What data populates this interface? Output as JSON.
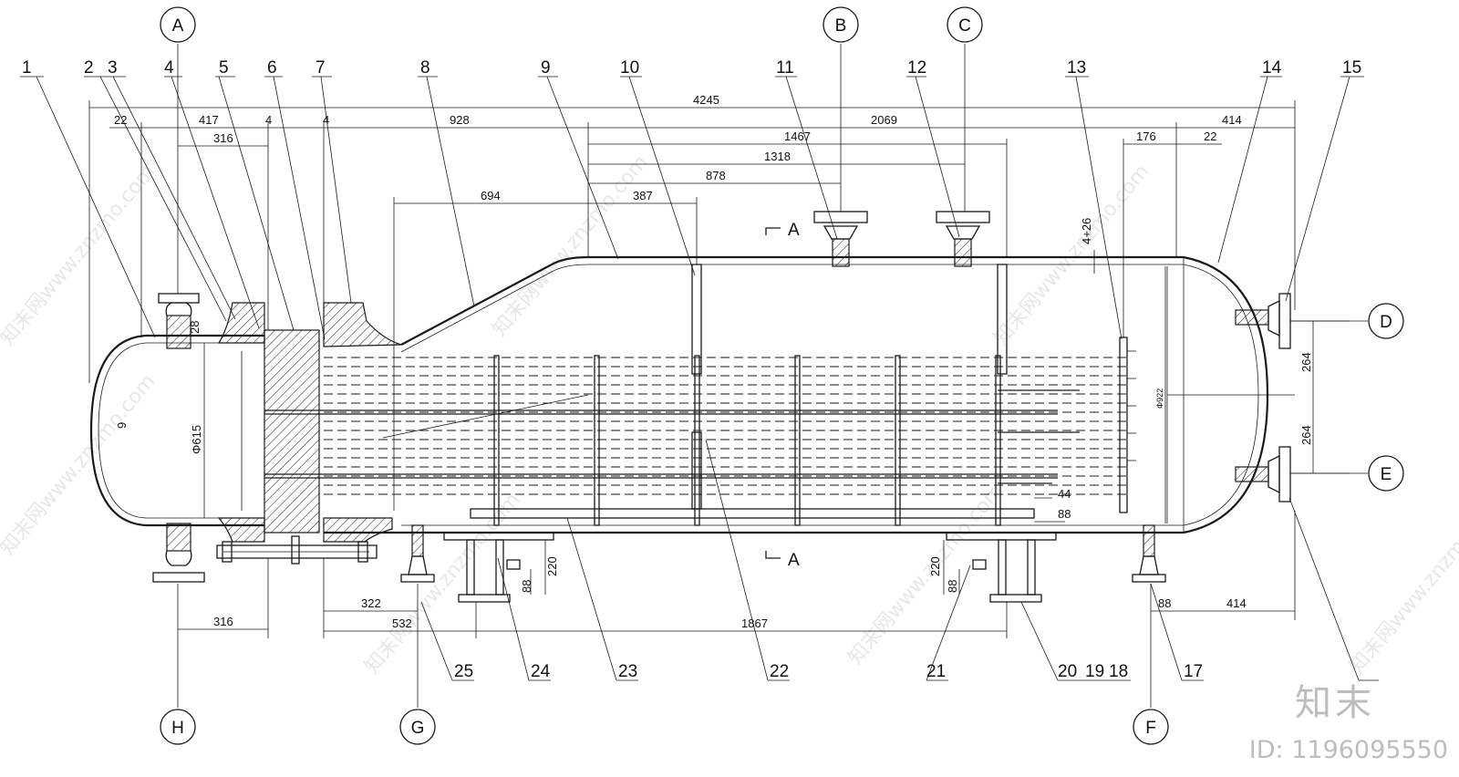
{
  "callouts": [
    "1",
    "2",
    "3",
    "4",
    "5",
    "6",
    "7",
    "8",
    "9",
    "10",
    "11",
    "12",
    "13",
    "14",
    "15",
    "17",
    "18",
    "19",
    "20",
    "21",
    "22",
    "23",
    "24",
    "25"
  ],
  "nozzles": [
    "A",
    "B",
    "C",
    "D",
    "E",
    "F",
    "G",
    "H"
  ],
  "dimensions": {
    "overall": "4245",
    "d22_left": "22",
    "d417": "417",
    "d4_a": "4",
    "d4_b": "4",
    "d928": "928",
    "d2069": "2069",
    "d414_top": "414",
    "d316_top": "316",
    "d1467": "1467",
    "d1318": "1318",
    "d878": "878",
    "d694": "694",
    "d387": "387",
    "d176": "176",
    "d22_right": "22",
    "d4plus26": "4+26",
    "d28": "28",
    "d9": "9",
    "phi615": "Φ615",
    "phi922": "Φ922",
    "d264_a": "264",
    "d264_b": "264",
    "d44": "44",
    "d88_tube": "88",
    "d220_left": "220",
    "d88_left": "88",
    "d220_right": "220",
    "d88_right": "88",
    "d88_bottom": "88",
    "d414_bottom": "414",
    "d316_bottom": "316",
    "d322": "322",
    "d532": "532",
    "d1867": "1867",
    "section_mark_top": "A",
    "section_mark_bottom": "A"
  },
  "watermark": {
    "text": "知末网www.znzmo.com",
    "brand": "知末",
    "id": "ID: 1196095550"
  }
}
